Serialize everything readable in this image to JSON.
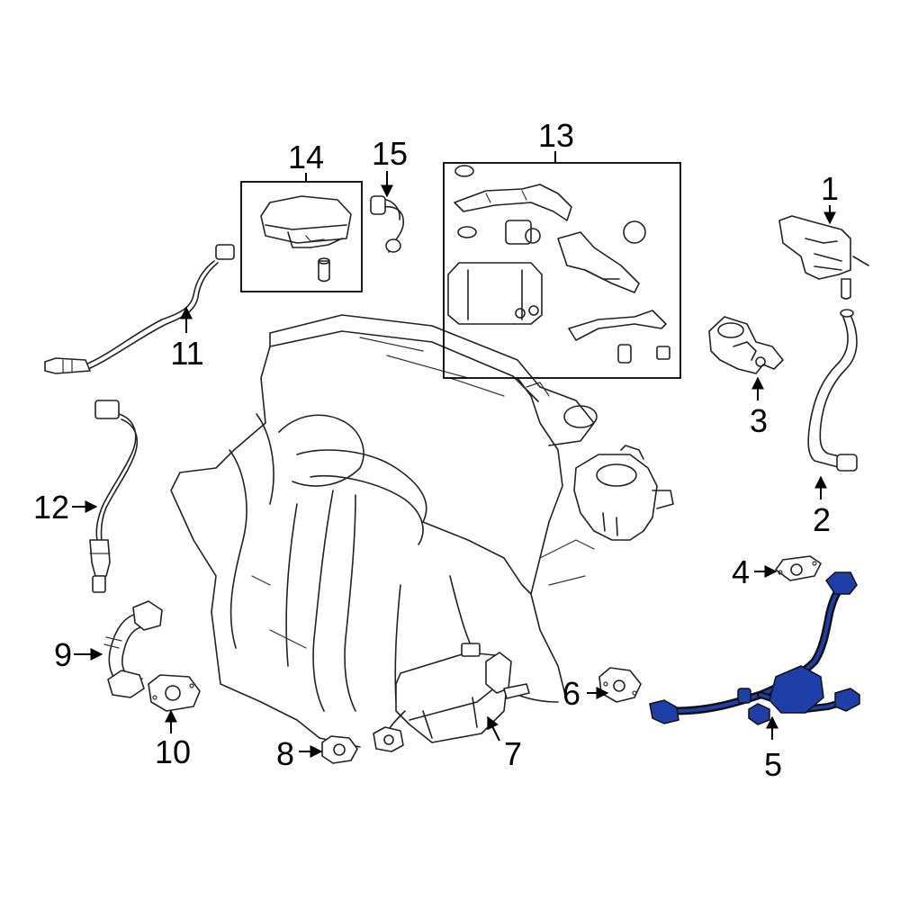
{
  "diagram": {
    "highlight_color": "#1F3FA8",
    "line_color": "#222222",
    "callouts": [
      {
        "id": "1",
        "label": "1"
      },
      {
        "id": "2",
        "label": "2"
      },
      {
        "id": "3",
        "label": "3"
      },
      {
        "id": "4",
        "label": "4"
      },
      {
        "id": "5",
        "label": "5"
      },
      {
        "id": "6",
        "label": "6"
      },
      {
        "id": "7",
        "label": "7"
      },
      {
        "id": "8",
        "label": "8"
      },
      {
        "id": "9",
        "label": "9"
      },
      {
        "id": "10",
        "label": "10"
      },
      {
        "id": "11",
        "label": "11"
      },
      {
        "id": "12",
        "label": "12"
      },
      {
        "id": "13",
        "label": "13"
      },
      {
        "id": "14",
        "label": "14"
      },
      {
        "id": "15",
        "label": "15"
      }
    ],
    "highlighted_part": "5"
  }
}
